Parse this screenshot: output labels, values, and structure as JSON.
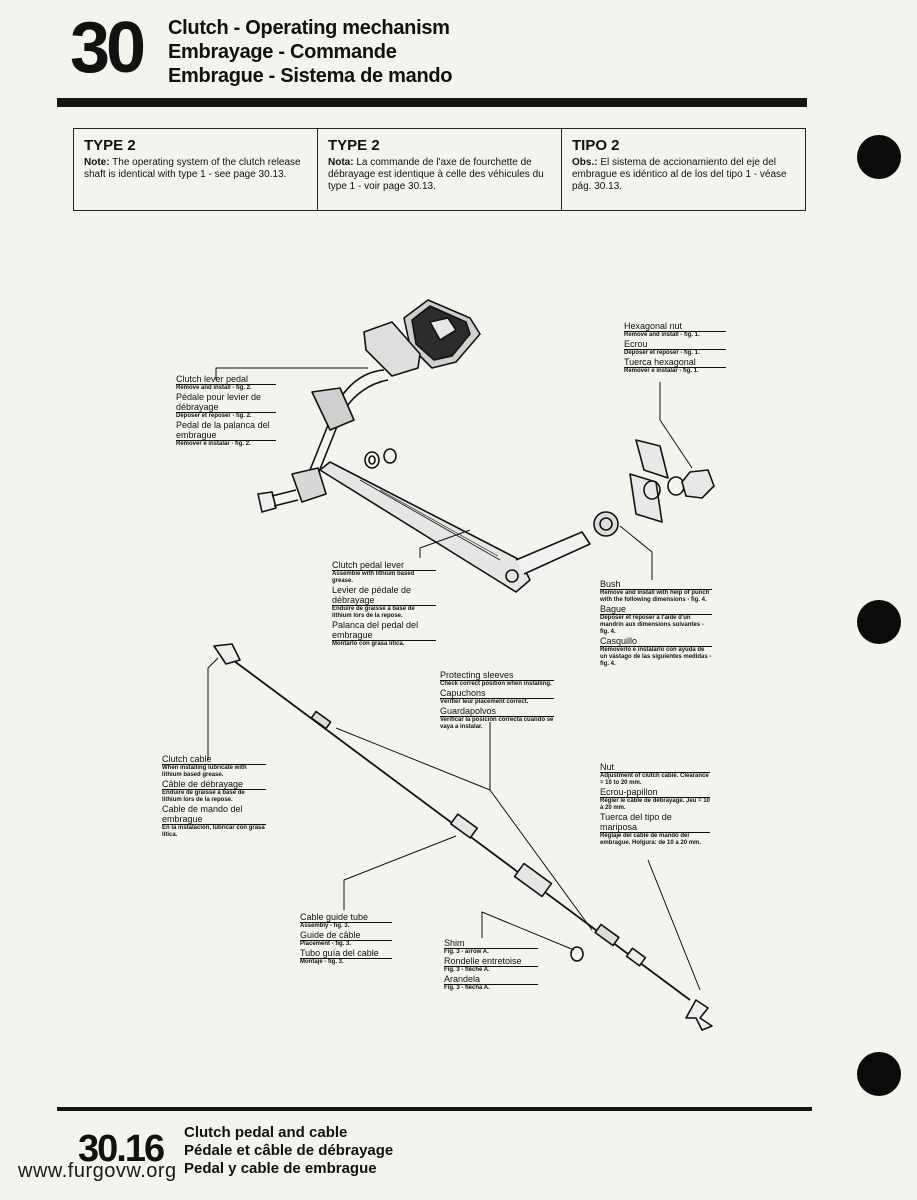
{
  "header": {
    "chapter": "30",
    "title_en": "Clutch - Operating mechanism",
    "title_fr": "Embrayage - Commande",
    "title_es": "Embrague - Sistema de mando"
  },
  "notes": [
    {
      "type": "TYPE 2",
      "label": "Note:",
      "text": "The operating system of the clutch release shaft is identical with type 1 - see page 30.13."
    },
    {
      "type": "TYPE 2",
      "label": "Nota:",
      "text": "La commande de l'axe de fourchette de débrayage est identique à celle des véhicules du type 1 - voir page 30.13."
    },
    {
      "type": "TIPO 2",
      "label": "Obs.:",
      "text": "El sistema de accionamiento del eje del embrague es idéntico al de los del tipo 1 - véase pág. 30.13."
    }
  ],
  "callouts": {
    "hex_nut": {
      "en": "Hexagonal nut",
      "en_sub": "Remove and install - fig. 1.",
      "fr": "Ecrou",
      "fr_sub": "Déposer et reposer - fig. 1.",
      "es": "Tuerca hexagonal",
      "es_sub": "Remover e instalar - fig. 1."
    },
    "lever_pedal": {
      "en": "Clutch lever pedal",
      "en_sub": "Remove and install - fig. 2.",
      "fr": "Pédale pour levier de débrayage",
      "fr_sub": "Déposer et reposer - fig. 2.",
      "es": "Pedal de la palanca del embrague",
      "es_sub": "Remover e instalar - fig. 2."
    },
    "pedal_lever": {
      "en": "Clutch pedal lever",
      "en_sub": "Assemble with lithium based grease.",
      "fr": "Levier de pédale de débrayage",
      "fr_sub": "Enduire de graisse à base de lithium lors de la repose.",
      "es": "Palanca del pedal del embrague",
      "es_sub": "Montarlo con grasa lítica."
    },
    "bush": {
      "en": "Bush",
      "en_sub": "Remove and install with help of punch with the following dimensions - fig. 4.",
      "fr": "Bague",
      "fr_sub": "Déposer et reposer à l'aide d'un mandrin aux dimensions suivantes - fig. 4.",
      "es": "Casquillo",
      "es_sub": "Removerlo e instalarlo con ayuda de un vástago de las siguientes medidas - fig. 4."
    },
    "sleeves": {
      "en": "Protecting sleeves",
      "en_sub": "Check correct position when installing.",
      "fr": "Capuchons",
      "fr_sub": "Vérifier leur placement correct.",
      "es": "Guardapolvos",
      "es_sub": "Verificar la posición correcta cuando se vaya a instalar."
    },
    "cable": {
      "en": "Clutch cable",
      "en_sub": "When installing lubricate with lithium based grease.",
      "fr": "Câble de débrayage",
      "fr_sub": "Enduire de graisse à base de lithium lors de la repose.",
      "es": "Cable de mando del embrague",
      "es_sub": "En la instalación, lubricar con grasa lítica."
    },
    "wing_nut": {
      "en": "Nut",
      "en_sub": "Adjustment of clutch cable. Clearance = 10 to 20 mm.",
      "fr": "Ecrou-papillon",
      "fr_sub": "Régler le câble de débrayage. Jeu = 10 à 20 mm.",
      "es": "Tuerca del tipo de mariposa",
      "es_sub": "Reglaje del cable de mando del embrague. Holgura: de 10 a 20 mm."
    },
    "guide_tube": {
      "en": "Cable guide tube",
      "en_sub": "Assembly - fig. 3.",
      "fr": "Guide de câble",
      "fr_sub": "Placement - fig. 3.",
      "es": "Tubo guía del cable",
      "es_sub": "Montaje - fig. 3."
    },
    "shim": {
      "en": "Shim",
      "en_sub": "Fig. 3 - arrow A.",
      "fr": "Rondelle entretoise",
      "fr_sub": "Fig. 3 - flèche A.",
      "es": "Arandela",
      "es_sub": "Fig. 3 - flecha A."
    }
  },
  "footer": {
    "page": "30.16",
    "title_en": "Clutch pedal and cable",
    "title_fr": "Pédale et câble de débrayage",
    "title_es": "Pedal y cable de embrague",
    "watermark": "www.furgovw.org"
  }
}
